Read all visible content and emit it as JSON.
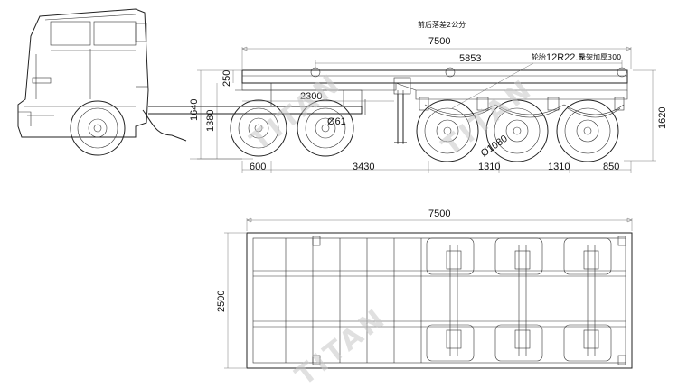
{
  "drawing": {
    "note_top": "前后落差2公分",
    "watermark": "TITAN",
    "side_view": {
      "overall_length": "7500",
      "frame_length": "5853",
      "tire_label": "轮胎",
      "tire_spec": "12R22.5",
      "suspension_note": "悬架加厚300",
      "kingpin_offset": "2300",
      "kingpin_dia": "Ø61",
      "tire_dia": "Ø1080",
      "front_overhang": "600",
      "axle_distance": "3430",
      "axle_spacing_1": "1310",
      "axle_spacing_2": "1310",
      "rear_overhang": "850",
      "deck_height": "1640",
      "fifth_wheel_height": "1380",
      "gooseneck_height": "250",
      "rear_height": "1620"
    },
    "plan_view": {
      "length": "7500",
      "width": "2500"
    }
  }
}
